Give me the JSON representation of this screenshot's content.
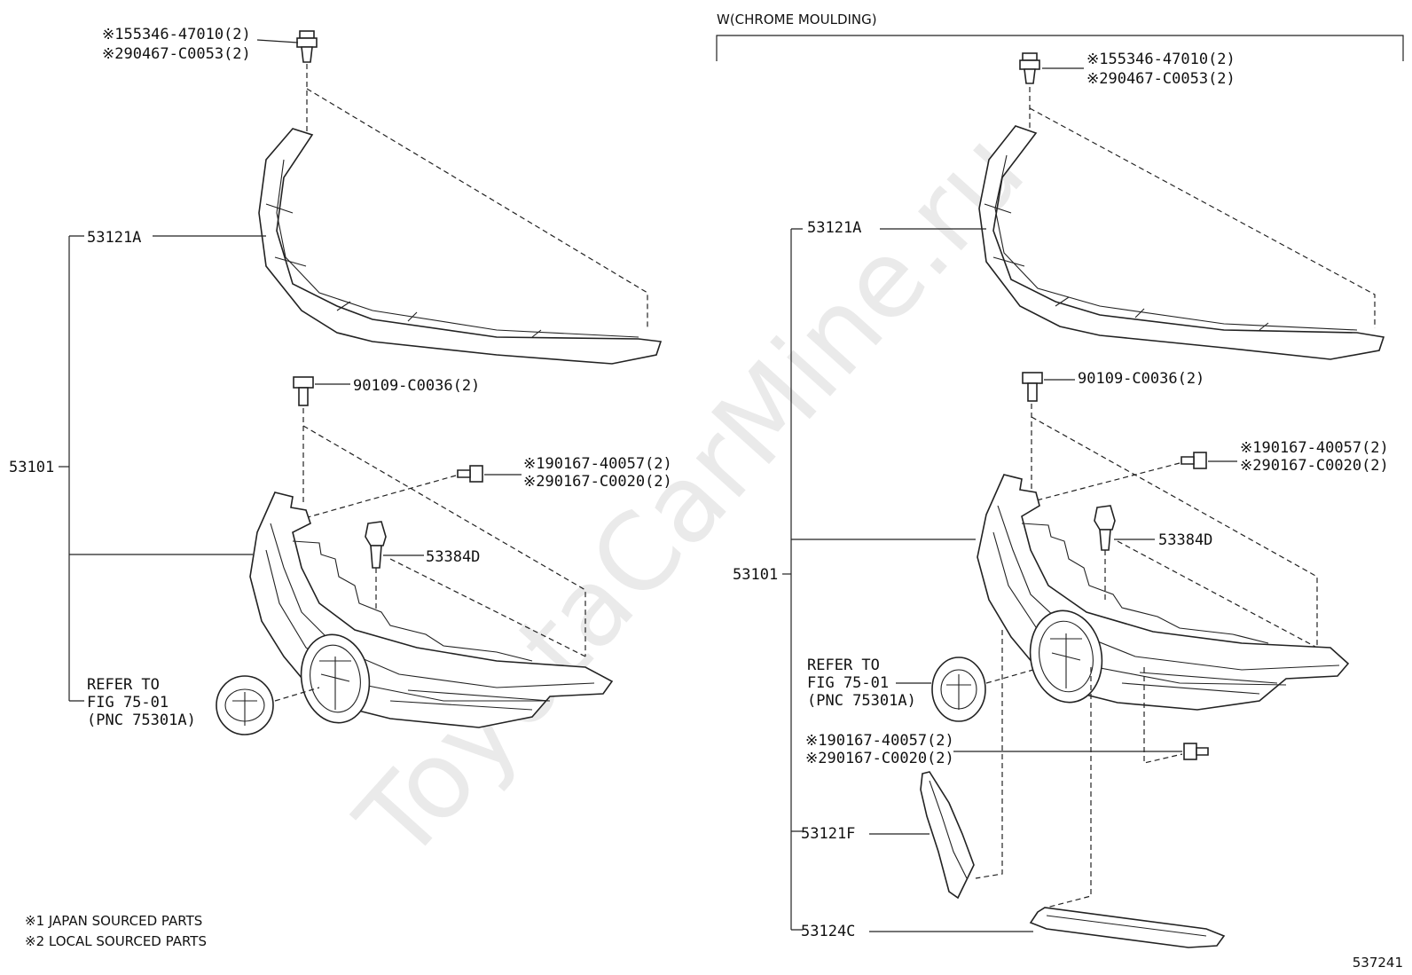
{
  "watermark": "ToyotaCarMine.ru",
  "variant_label": "W(CHROME MOULDING)",
  "figure_number": "537241",
  "notes": {
    "note1": "※1 JAPAN SOURCED PARTS",
    "note2": "※2 LOCAL SOURCED PARTS"
  },
  "left": {
    "clip_1": "※155346-47010(2)",
    "clip_2": "※290467-C0053(2)",
    "moulding": "53121A",
    "assembly": "53101",
    "bolt": "90109-C0036(2)",
    "screw_1": "※190167-40057(2)",
    "screw_2": "※290167-C0020(2)",
    "stud": "53384D",
    "ref_line1": "REFER TO",
    "ref_line2": "FIG 75-01",
    "ref_line3": "(PNC 75301A)"
  },
  "right": {
    "clip_1": "※155346-47010(2)",
    "clip_2": "※290467-C0053(2)",
    "moulding": "53121A",
    "assembly": "53101",
    "bolt": "90109-C0036(2)",
    "screw_1": "※190167-40057(2)",
    "screw_2": "※290167-C0020(2)",
    "stud": "53384D",
    "ref_line1": "REFER TO",
    "ref_line2": "FIG 75-01",
    "ref_line3": "(PNC 75301A)",
    "lower_screw_1": "※190167-40057(2)",
    "lower_screw_2": "※290167-C0020(2)",
    "side_moulding": "53121F",
    "lower_moulding": "53124C"
  }
}
